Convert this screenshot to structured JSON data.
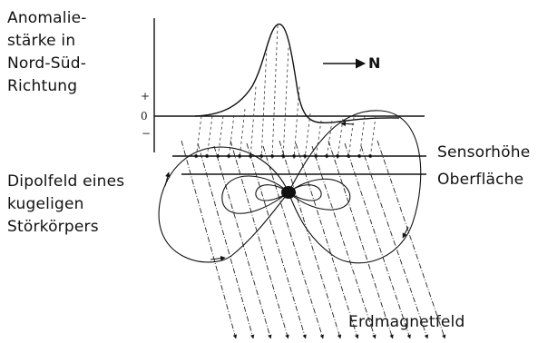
{
  "labels": {
    "anomaly": [
      "Anomalie-",
      "stärke in",
      "Nord-Süd-",
      "Richtung"
    ],
    "dipole": [
      "Dipolfeld eines",
      "kugeligen",
      "Störkörpers"
    ],
    "sensor_height": "Sensorhöhe",
    "surface": "Oberfläche",
    "earth_field": "Erdmagnetfeld",
    "north": "N"
  },
  "axis_signs": {
    "plus": "+",
    "zero": "0",
    "minus": "−"
  },
  "colors": {
    "ink": "#111111",
    "background": "#ffffff"
  }
}
